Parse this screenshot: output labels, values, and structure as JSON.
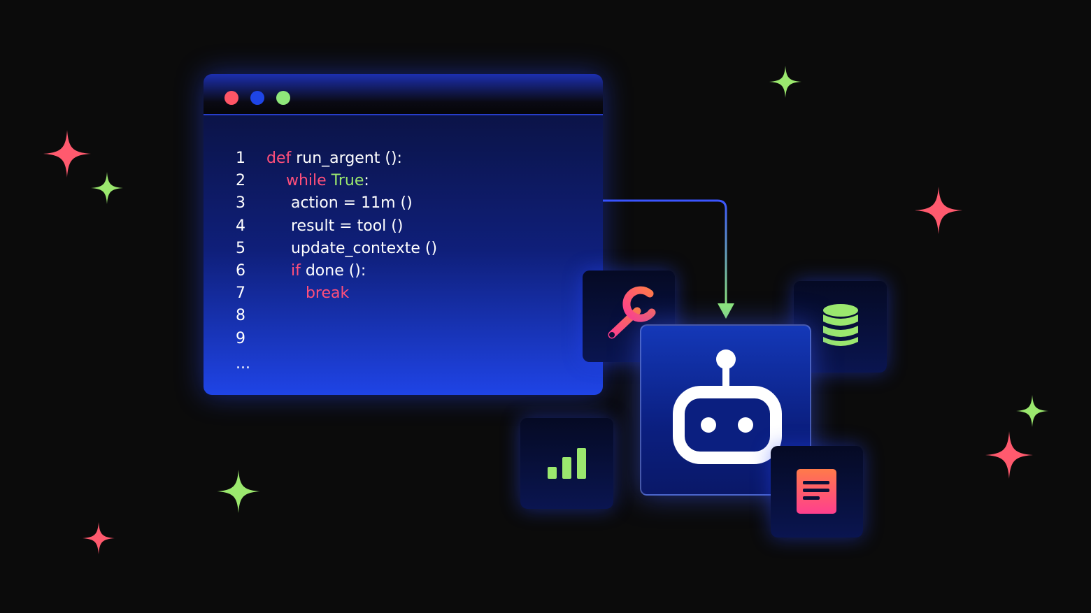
{
  "window": {
    "controls": [
      "close-dot",
      "minimize-dot",
      "maximize-dot"
    ]
  },
  "code": {
    "lines": [
      {
        "num": "1",
        "parts": [
          {
            "t": "def ",
            "c": "pink"
          },
          {
            "t": "run_argent ():",
            "c": "white"
          }
        ]
      },
      {
        "num": "2",
        "parts": [
          {
            "t": "    while ",
            "c": "pink"
          },
          {
            "t": "True",
            "c": "green"
          },
          {
            "t": ":",
            "c": "white"
          }
        ]
      },
      {
        "num": "3",
        "parts": [
          {
            "t": "     action = 11m ()",
            "c": "white"
          }
        ]
      },
      {
        "num": "4",
        "parts": [
          {
            "t": "     result = tool ()",
            "c": "white"
          }
        ]
      },
      {
        "num": "5",
        "parts": [
          {
            "t": "     update_contexte ()",
            "c": "white"
          }
        ]
      },
      {
        "num": "6",
        "parts": [
          {
            "t": "     if ",
            "c": "pink"
          },
          {
            "t": "done ():",
            "c": "white"
          }
        ]
      },
      {
        "num": "7",
        "parts": [
          {
            "t": "        break",
            "c": "pink"
          }
        ]
      },
      {
        "num": "8",
        "parts": []
      },
      {
        "num": "9",
        "parts": []
      },
      {
        "num": "...",
        "parts": []
      }
    ]
  },
  "icons": {
    "main": "robot-icon",
    "tiles": [
      "wrench-icon",
      "database-icon",
      "bar-chart-icon",
      "document-icon"
    ]
  },
  "colors": {
    "pink": "#ff4f7b",
    "green": "#9be86e",
    "blue": "#1e45e6",
    "background": "#0b0b0b"
  }
}
